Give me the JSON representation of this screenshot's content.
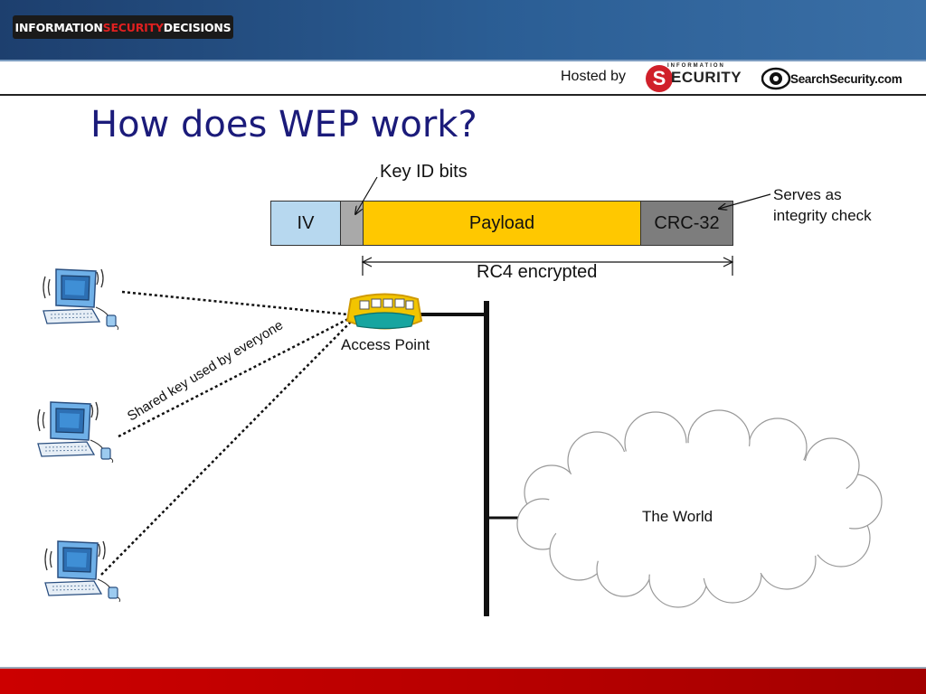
{
  "header": {
    "conference_logo": {
      "part1": "INFORMATION ",
      "part2": "SECURITY",
      "part3": " DECISIONS"
    },
    "hosted_by": "Hosted by",
    "info_security_logo": {
      "top": "INFORMATION",
      "s": "S",
      "rest": "ECURITY"
    },
    "search_security_logo": "SearchSecurity.com"
  },
  "title": "How does WEP work?",
  "packet": {
    "fields": [
      "IV",
      "",
      "Payload",
      "CRC-32"
    ],
    "key_id_label": "Key ID bits",
    "integrity_label": "Serves as\nintegrity check",
    "encrypted_label": "RC4 encrypted"
  },
  "network": {
    "access_point_label": "Access Point",
    "shared_key_label": "Shared key used by everyone",
    "cloud_label": "The World"
  },
  "colors": {
    "title": "#1b1b7a",
    "iv": "#b7d8ef",
    "key_id": "#a9a9a9",
    "payload": "#ffc800",
    "crc": "#7d7d7d",
    "footer": "#cc0000",
    "banner": "#2b5e95"
  }
}
